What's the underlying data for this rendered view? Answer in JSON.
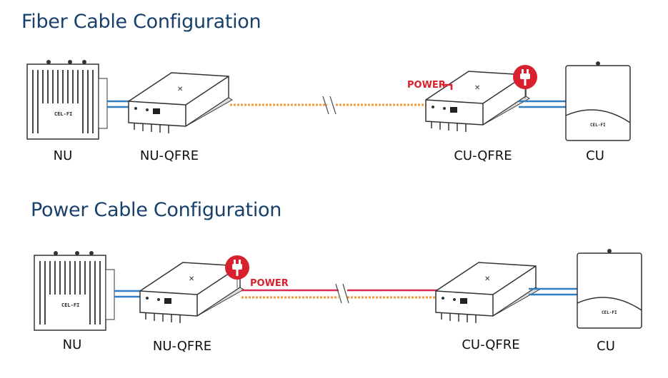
{
  "fiber": {
    "title": "Fiber Cable Configuration",
    "labels": {
      "nu": "NU",
      "nu_qfre": "NU-QFRE",
      "cu_qfre": "CU-QFRE",
      "cu": "CU"
    },
    "power_label": "POWER"
  },
  "power": {
    "title": "Power Cable Configuration",
    "labels": {
      "nu": "NU",
      "nu_qfre": "NU-QFRE",
      "cu_qfre": "CU-QFRE",
      "cu": "CU"
    },
    "power_label": "POWER"
  },
  "device_brand": "CEL-FI",
  "colors": {
    "title": "#17406d",
    "fiber": "#f39a3b",
    "power_cable": "#d92b55",
    "coax": "#2f7fc1",
    "power_icon": "#d9202e"
  }
}
